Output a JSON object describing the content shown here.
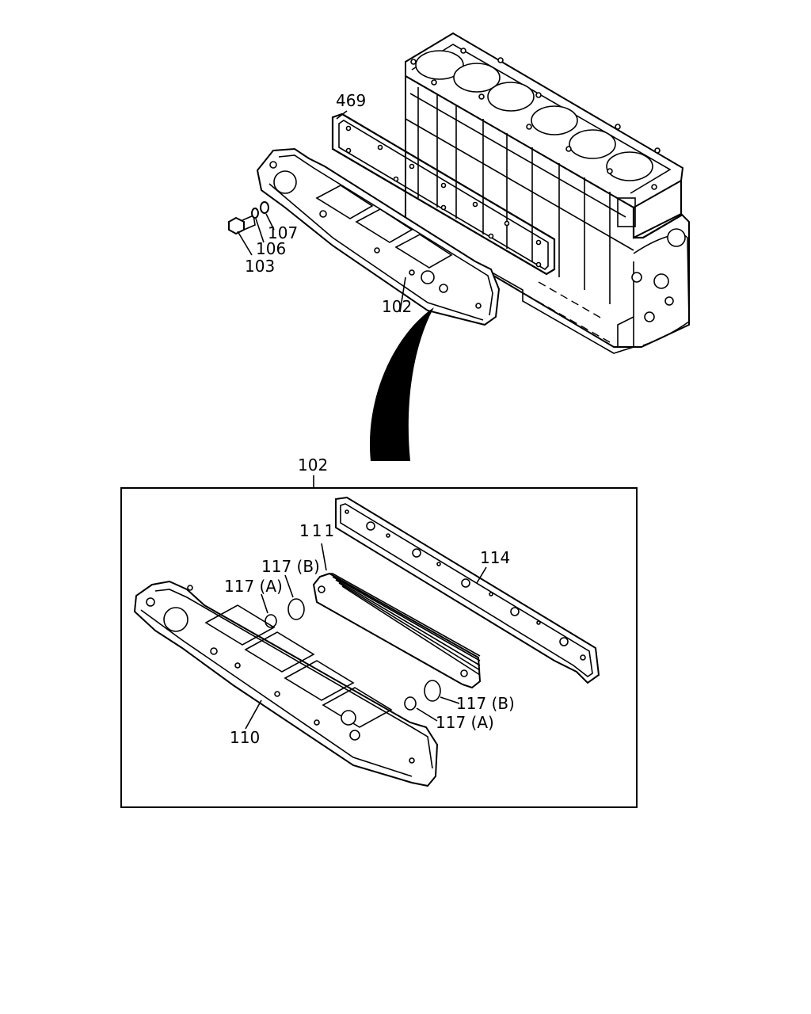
{
  "labels": {
    "l469": "469",
    "l107": "107",
    "l106": "106",
    "l103": "103",
    "l102_top": "102",
    "l102_box": "102",
    "l111": "111",
    "l114": "114",
    "l117b_left": "117 (B)",
    "l117a_left": "117 (A)",
    "l117b_right": "117 (B)",
    "l117a_right": "117 (A)",
    "l110": "110"
  }
}
